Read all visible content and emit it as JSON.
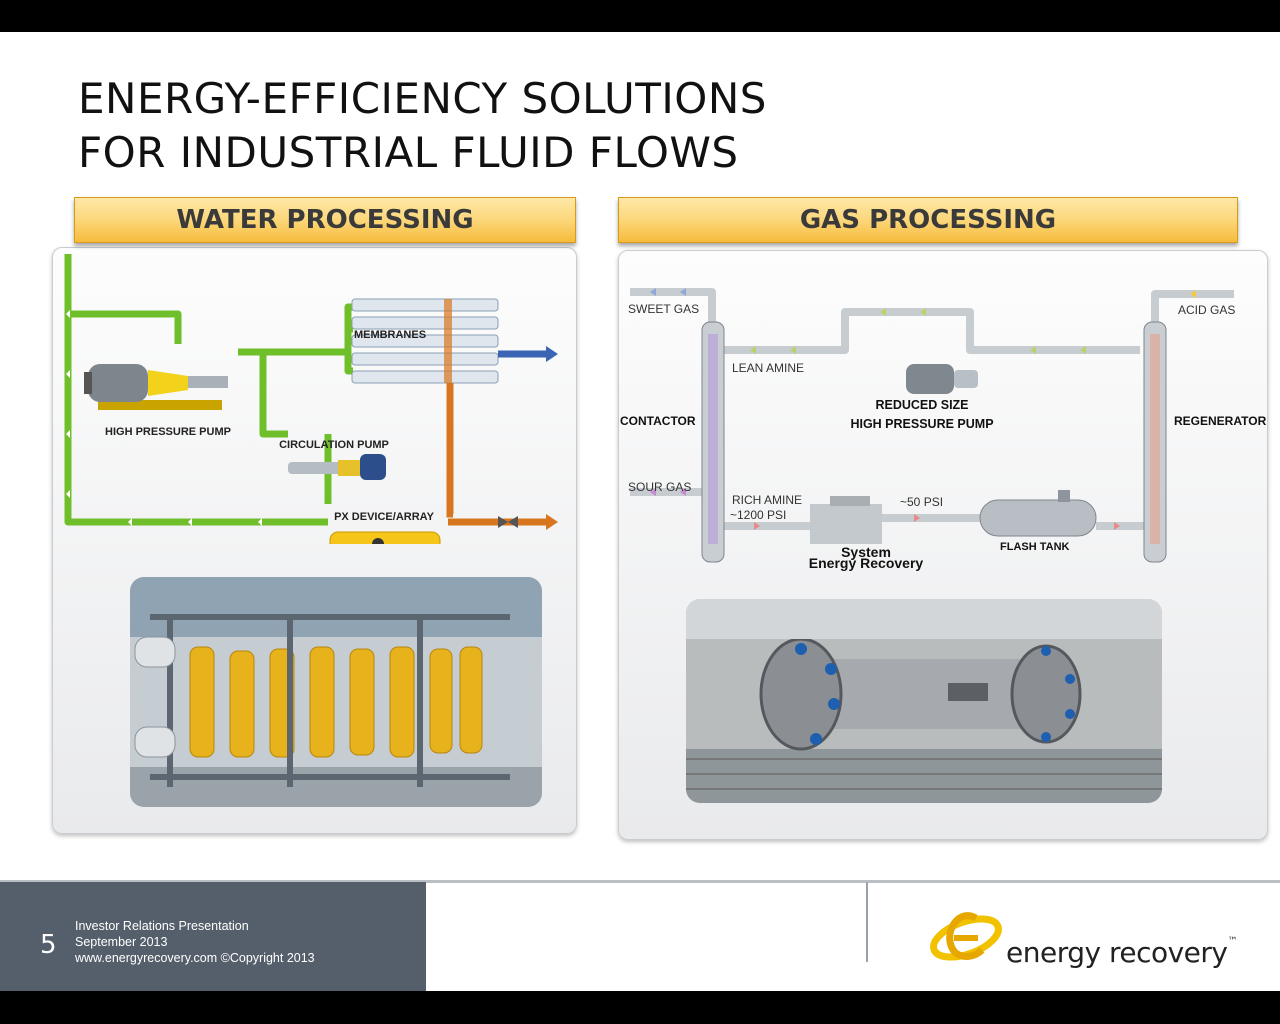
{
  "slide": {
    "title_line1": "ENERGY-EFFICIENCY SOLUTIONS",
    "title_line2": "FOR INDUSTRIAL FLUID FLOWS"
  },
  "water": {
    "heading": "WATER PROCESSING",
    "labels": {
      "membranes": "MEMBRANES",
      "high_pressure_pump": "HIGH PRESSURE PUMP",
      "circulation_pump": "CIRCULATION PUMP",
      "px_device": "PX DEVICE/ARRAY"
    }
  },
  "gas": {
    "heading": "GAS PROCESSING",
    "labels": {
      "sweet_gas": "SWEET GAS",
      "acid_gas": "ACID GAS",
      "lean_amine": "LEAN AMINE",
      "reduced_size_1": "REDUCED SIZE",
      "reduced_size_2": "HIGH PRESSURE PUMP",
      "contactor": "CONTACTOR",
      "regenerator": "REGENERATOR",
      "sour_gas": "SOUR GAS",
      "rich_amine_1": "RICH AMINE",
      "rich_amine_2": "~1200 PSI",
      "psi50": "~50 PSI",
      "flash_tank": "FLASH TANK",
      "ers_1": "Energy Recovery",
      "ers_2": "System"
    }
  },
  "footer": {
    "page_number": "5",
    "line1": "Investor Relations Presentation",
    "line2": "September 2013",
    "line3": "www.energyrecovery.com  ©Copyright 2013",
    "logo_text": "energy recovery",
    "tm": "™"
  },
  "colors": {
    "green_pipe": "#6fbf2a",
    "orange_pipe": "#d7761e",
    "blue_pipe": "#3b64b4",
    "banner": "#fcd77a",
    "footer_bg": "#545f6b",
    "logo_yellow": "#f2c100"
  }
}
